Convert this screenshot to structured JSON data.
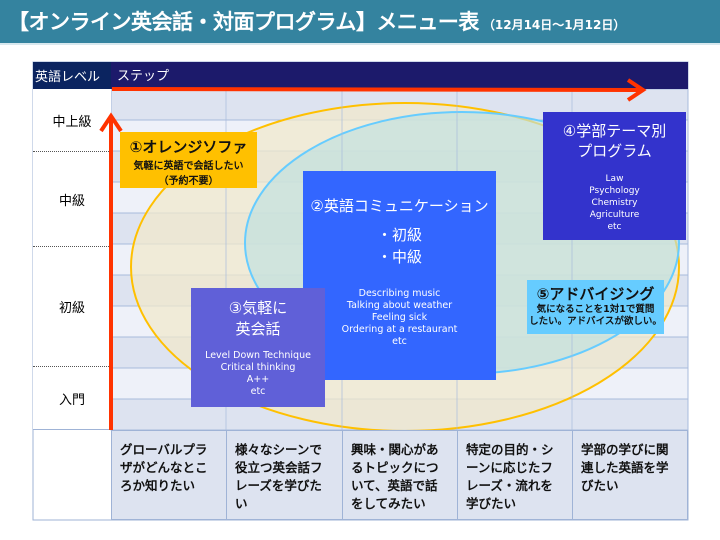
{
  "header": {
    "title": "【オンライン英会話・対面プログラム】メニュー表",
    "dates": "（12月14日～1月12日）"
  },
  "table": {
    "level_header": "英語レベル",
    "step_header": "ステップ",
    "levels": [
      "中上級",
      "中級",
      "初級",
      "入門"
    ],
    "steps": [
      "グローバルプラザがどんなところか知りたい",
      "様々なシーンで役立つ英会話フレーズを学びたい",
      "興味・関心があるトピックについて、英語で話をしてみたい",
      "特定の目的・シーンに応じたフレーズ・流れを学びたい",
      "学部の学びに関連した英語を学びたい"
    ]
  },
  "programs": {
    "p1": {
      "title": "①オレンジソファ",
      "line1": "気軽に英語で会話したい",
      "line2": "（予約不要）",
      "color": "#ffc000"
    },
    "p2": {
      "title": "②英語コミュニケーション",
      "levels": [
        "・初級",
        "・中級"
      ],
      "topics": [
        "Describing music",
        "Talking about weather",
        "Feeling sick",
        "Ordering at a restaurant",
        "etc"
      ],
      "color": "#3366ff"
    },
    "p3": {
      "title1": "③気軽に",
      "title2": "英会話",
      "topics": [
        "Level Down Technique",
        "Critical thinking",
        "A++",
        "etc"
      ],
      "color": "#6060d8"
    },
    "p4": {
      "title1": "④学部テーマ別",
      "title2": "プログラム",
      "topics": [
        "Law",
        "Psychology",
        "Chemistry",
        "Agriculture",
        "etc"
      ],
      "color": "#3333cc"
    },
    "p5": {
      "title": "⑤アドバイジング",
      "line1": "気になることを1対1で質問",
      "line2": "したい。アドバイスが欲しい。",
      "color": "#66ccff"
    }
  }
}
